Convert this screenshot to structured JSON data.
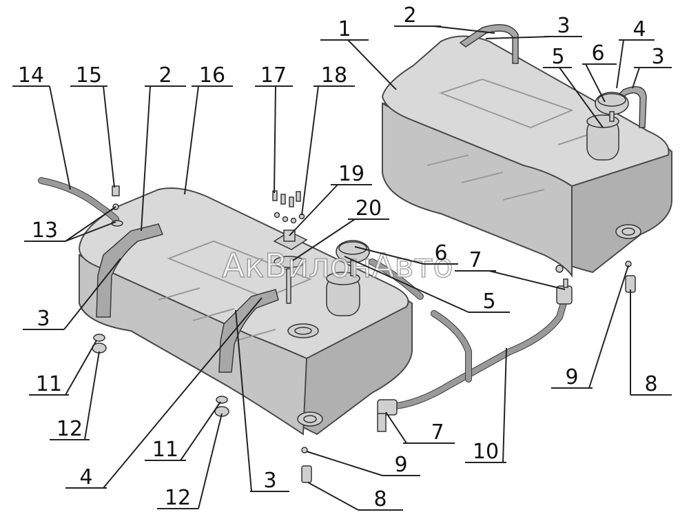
{
  "watermark": "АкВилонАвто",
  "callouts": [
    {
      "id": "c-1",
      "text": "1"
    },
    {
      "id": "c-2a",
      "text": "2"
    },
    {
      "id": "c-3a",
      "text": "3"
    },
    {
      "id": "c-4a",
      "text": "4"
    },
    {
      "id": "c-5a",
      "text": "5"
    },
    {
      "id": "c-6a",
      "text": "6"
    },
    {
      "id": "c-3b",
      "text": "3"
    },
    {
      "id": "c-14",
      "text": "14"
    },
    {
      "id": "c-15",
      "text": "15"
    },
    {
      "id": "c-2b",
      "text": "2"
    },
    {
      "id": "c-16",
      "text": "16"
    },
    {
      "id": "c-17",
      "text": "17"
    },
    {
      "id": "c-18",
      "text": "18"
    },
    {
      "id": "c-19",
      "text": "19"
    },
    {
      "id": "c-20",
      "text": "20"
    },
    {
      "id": "c-13",
      "text": "13"
    },
    {
      "id": "c-6b",
      "text": "6"
    },
    {
      "id": "c-7a",
      "text": "7"
    },
    {
      "id": "c-5b",
      "text": "5"
    },
    {
      "id": "c-3c",
      "text": "3"
    },
    {
      "id": "c-11a",
      "text": "11"
    },
    {
      "id": "c-12a",
      "text": "12"
    },
    {
      "id": "c-9a",
      "text": "9"
    },
    {
      "id": "c-8a",
      "text": "8"
    },
    {
      "id": "c-7b",
      "text": "7"
    },
    {
      "id": "c-10",
      "text": "10"
    },
    {
      "id": "c-11b",
      "text": "11"
    },
    {
      "id": "c-12b",
      "text": "12"
    },
    {
      "id": "c-9b",
      "text": "9"
    },
    {
      "id": "c-4b",
      "text": "4"
    },
    {
      "id": "c-3d",
      "text": "3"
    },
    {
      "id": "c-8b",
      "text": "8"
    }
  ]
}
